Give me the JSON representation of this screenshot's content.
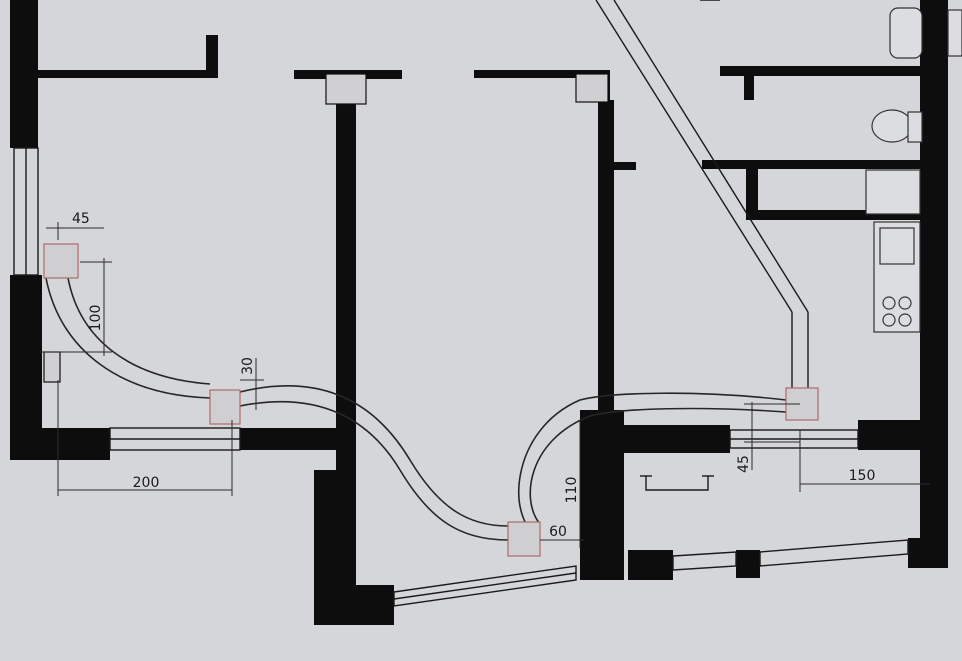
{
  "dimensions": {
    "d45_top": "45",
    "d100": "100",
    "d30": "30",
    "d200": "200",
    "d110": "110",
    "d60": "60",
    "d45_right": "45",
    "d150": "150"
  },
  "colors": {
    "paper": "#d7d8da",
    "wall": "#0d0d0d",
    "vent_box_outline": "#b06a6a"
  }
}
